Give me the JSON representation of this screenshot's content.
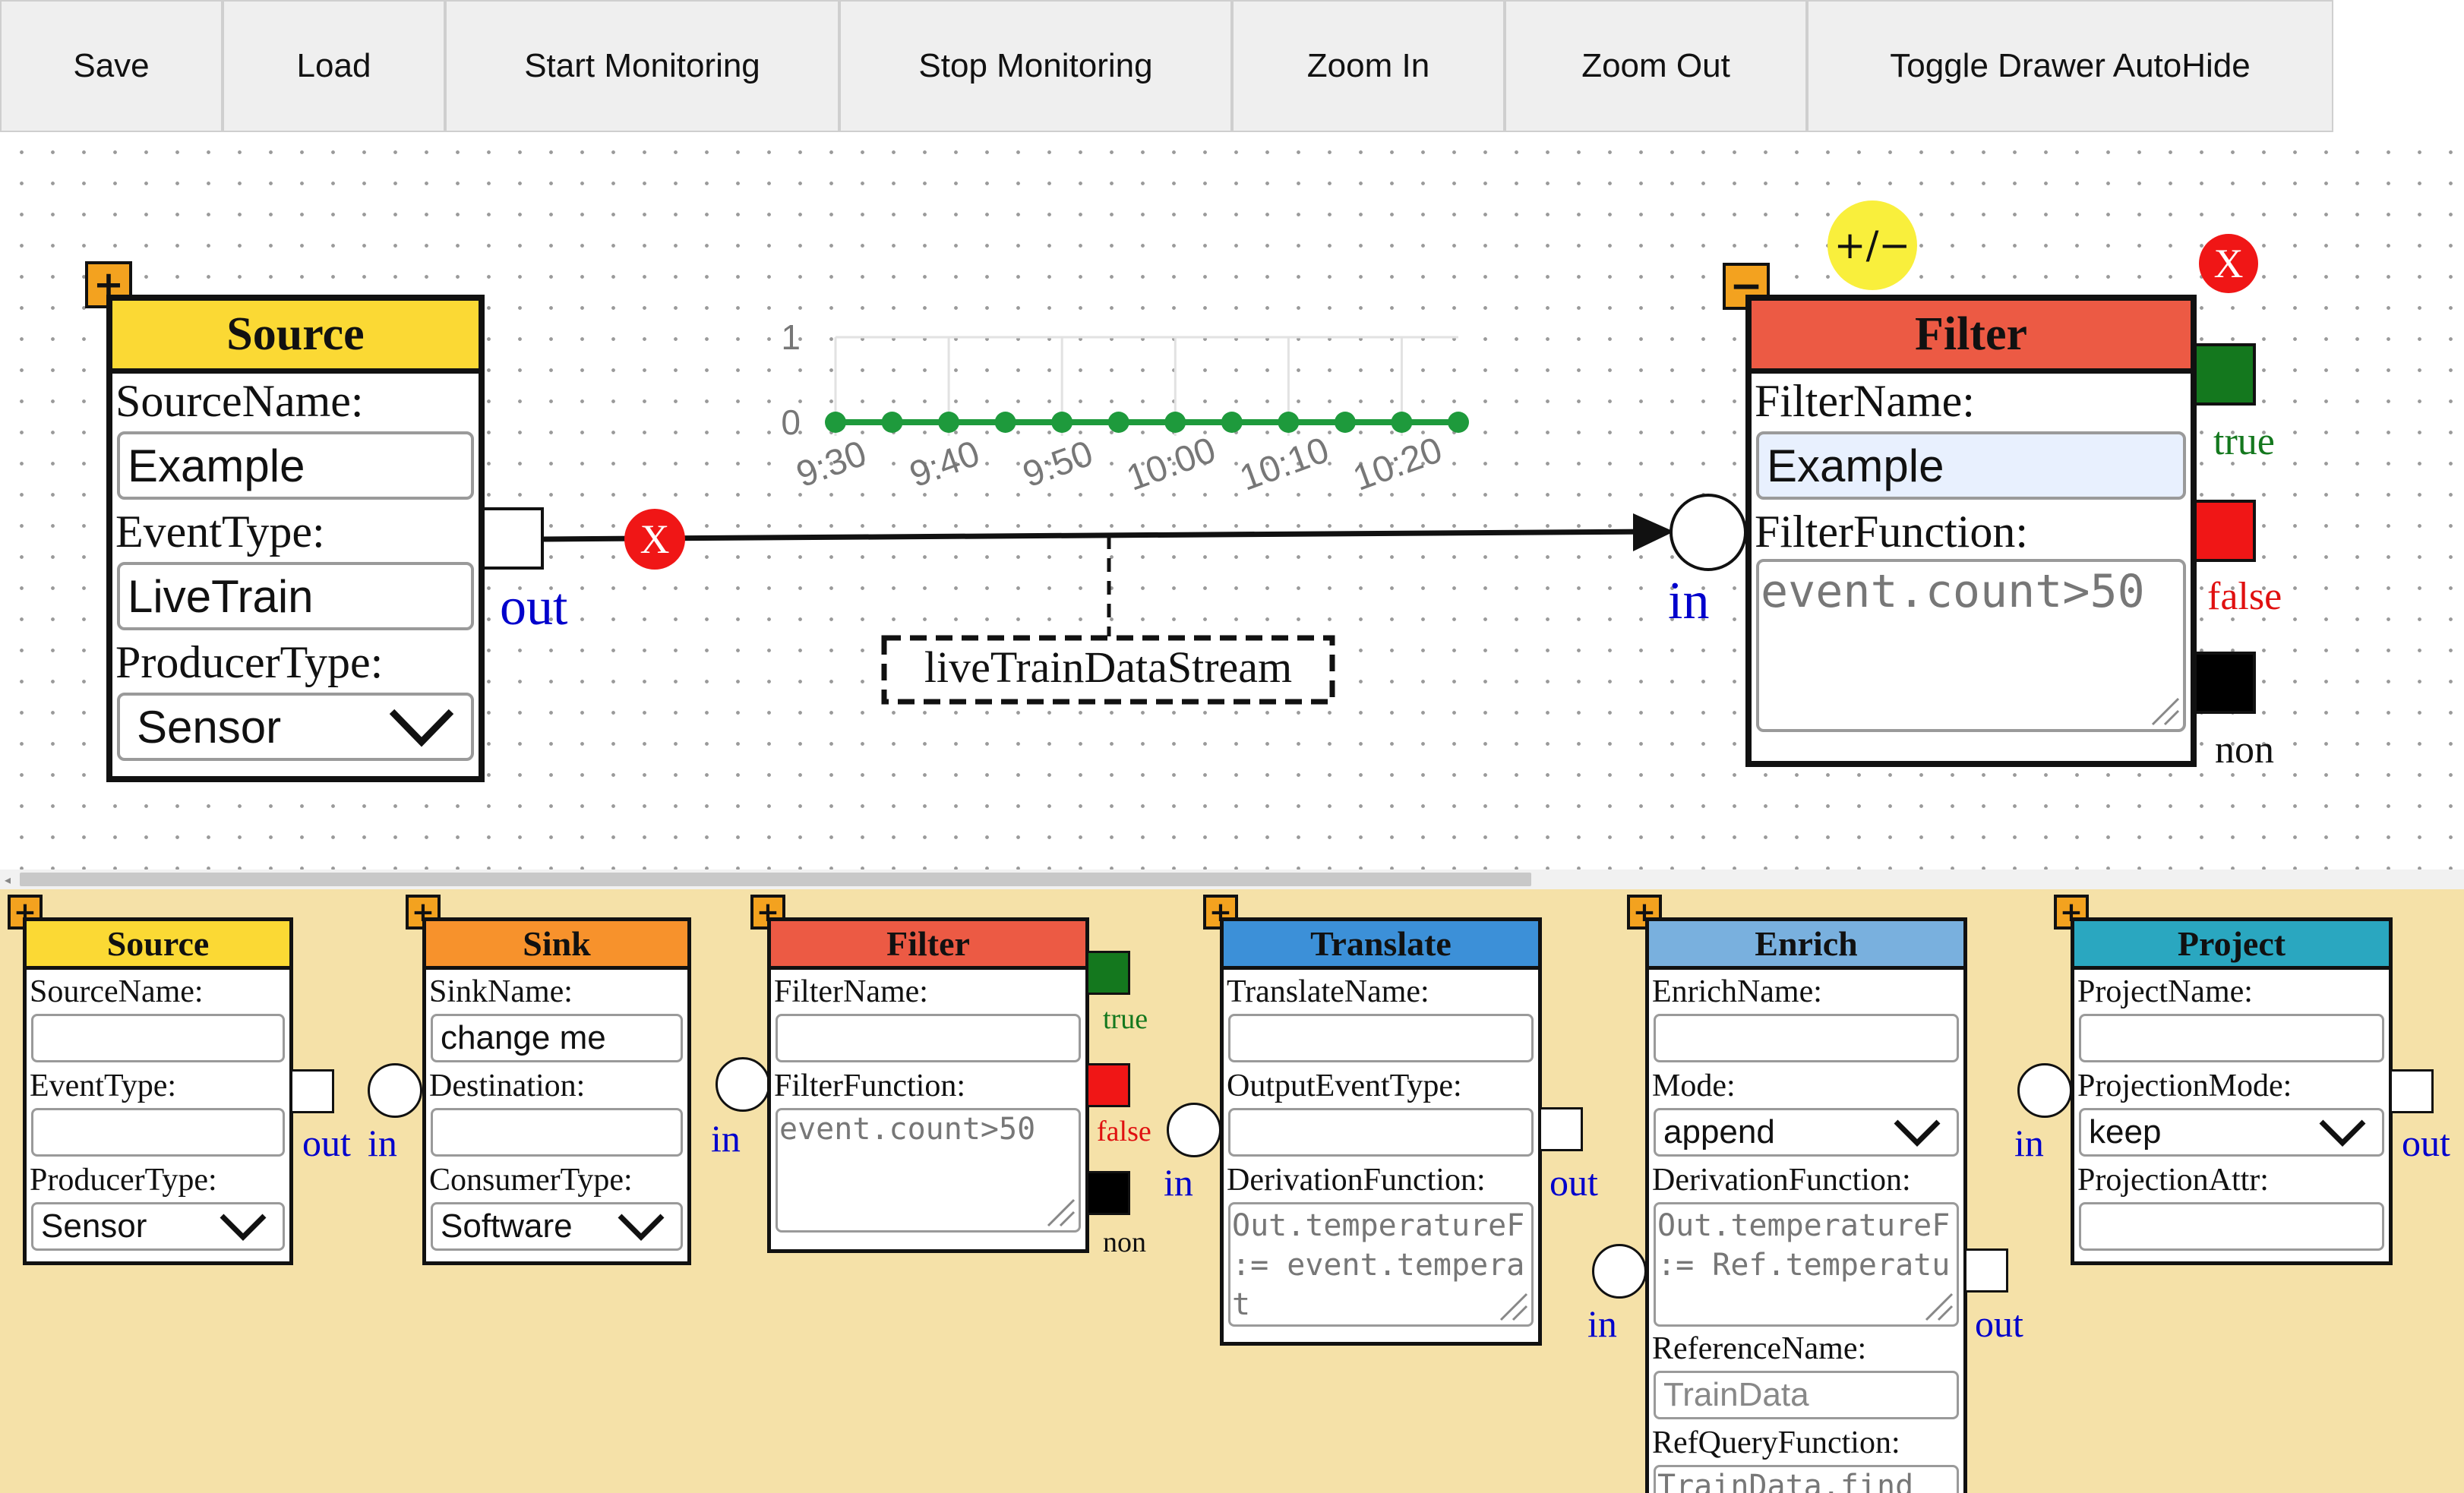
{
  "toolbar": {
    "save": "Save",
    "load": "Load",
    "start_monitoring": "Start Monitoring",
    "stop_monitoring": "Stop Monitoring",
    "zoom_in": "Zoom In",
    "zoom_out": "Zoom Out",
    "toggle_drawer": "Toggle Drawer AutoHide"
  },
  "canvas": {
    "source": {
      "title": "Source",
      "min_symbol": "+",
      "source_name_label": "SourceName:",
      "source_name_value": "Example",
      "event_type_label": "EventType:",
      "event_type_value": "LiveTrain",
      "producer_type_label": "ProducerType:",
      "producer_type_value": "Sensor",
      "out_label": "out",
      "color": "#fbd934"
    },
    "filter": {
      "title": "Filter",
      "min_symbol": "−",
      "filter_name_label": "FilterName:",
      "filter_name_value": "Example",
      "filter_function_label": "FilterFunction:",
      "filter_function_value": "event.count>50",
      "in_label": "in",
      "true_label": "true",
      "false_label": "false",
      "non_label": "non",
      "color": "#ec5a44",
      "toggle_symbol": "+/−",
      "delete_symbol": "X"
    },
    "connection": {
      "delete_symbol": "X",
      "stream_name": "liveTrainDataStream"
    },
    "sparkline": {
      "y_ticks": [
        "1",
        "0"
      ],
      "x_ticks": [
        "9:30",
        "9:40",
        "9:50",
        "10:00",
        "10:10",
        "10:20"
      ]
    }
  },
  "chart_data": {
    "type": "line",
    "x": [
      "9:30",
      "9:35",
      "9:40",
      "9:45",
      "9:50",
      "9:55",
      "10:00",
      "10:05",
      "10:10",
      "10:15",
      "10:20",
      "10:25"
    ],
    "series": [
      {
        "values": [
          0,
          0,
          0,
          0,
          0,
          0,
          0,
          0,
          0,
          0,
          0,
          0
        ]
      }
    ],
    "ylim": [
      0,
      1
    ],
    "color": "#1e9a3c",
    "grid": true
  },
  "drawer": {
    "source": {
      "title": "Source",
      "min_symbol": "+",
      "color": "#fbd934",
      "source_name_label": "SourceName:",
      "source_name_value": "",
      "event_type_label": "EventType:",
      "event_type_value": "",
      "producer_type_label": "ProducerType:",
      "producer_type_value": "Sensor",
      "out_label": "out"
    },
    "sink": {
      "title": "Sink",
      "min_symbol": "+",
      "color": "#f7922c",
      "in_label": "in",
      "sink_name_label": "SinkName:",
      "sink_name_value": "change me",
      "destination_label": "Destination:",
      "destination_value": "",
      "consumer_type_label": "ConsumerType:",
      "consumer_type_value": "Software"
    },
    "filter": {
      "title": "Filter",
      "min_symbol": "+",
      "color": "#ec5a44",
      "in_label": "in",
      "filter_name_label": "FilterName:",
      "filter_name_value": "",
      "filter_function_label": "FilterFunction:",
      "filter_function_value": "event.count>50",
      "true_label": "true",
      "false_label": "false",
      "non_label": "non"
    },
    "translate": {
      "title": "Translate",
      "min_symbol": "+",
      "color": "#3c90d8",
      "in_label": "in",
      "out_label": "out",
      "translate_name_label": "TranslateName:",
      "translate_name_value": "",
      "output_event_type_label": "OutputEventType:",
      "output_event_type_value": "",
      "derivation_function_label": "DerivationFunction:",
      "derivation_function_value": "Out.temperatureF := event.temperat"
    },
    "enrich": {
      "title": "Enrich",
      "min_symbol": "+",
      "color": "#79b0de",
      "in_label": "in",
      "out_label": "out",
      "enrich_name_label": "EnrichName:",
      "enrich_name_value": "",
      "mode_label": "Mode:",
      "mode_value": "append",
      "derivation_function_label": "DerivationFunction:",
      "derivation_function_value": "Out.temperatureF := Ref.temperatu",
      "reference_name_label": "ReferenceName:",
      "reference_name_value": "TrainData",
      "ref_query_label": "RefQueryFunction:",
      "ref_query_value": "TrainData.find"
    },
    "project": {
      "title": "Project",
      "min_symbol": "+",
      "color": "#2aa7c0",
      "in_label": "in",
      "out_label": "out",
      "project_name_label": "ProjectName:",
      "project_name_value": "",
      "projection_mode_label": "ProjectionMode:",
      "projection_mode_value": "keep",
      "projection_attr_label": "ProjectionAttr:",
      "projection_attr_value": ""
    }
  }
}
